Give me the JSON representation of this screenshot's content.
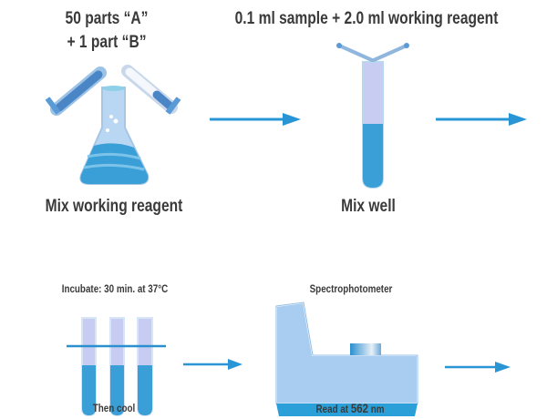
{
  "step1": {
    "line1": "50 parts “A”",
    "line2": "+ 1 part “B”",
    "caption": "Mix working reagent"
  },
  "step2": {
    "top": "0.1 ml sample  +  2.0 ml working reagent",
    "caption": "Mix well"
  },
  "step3": {
    "top": "Incubate: 30 min. at 37°C",
    "caption": "Then cool"
  },
  "step4": {
    "top": "Spectrophotometer",
    "caption_prefix": "Read at",
    "wavelength": "562",
    "caption_suffix": "nm"
  },
  "colors": {
    "liquid": "#3a9fd6",
    "glass": "#c9ccf2",
    "arrow": "#2a95d4",
    "instrument": "#a9cdf0",
    "base": "#2a9fd8"
  }
}
